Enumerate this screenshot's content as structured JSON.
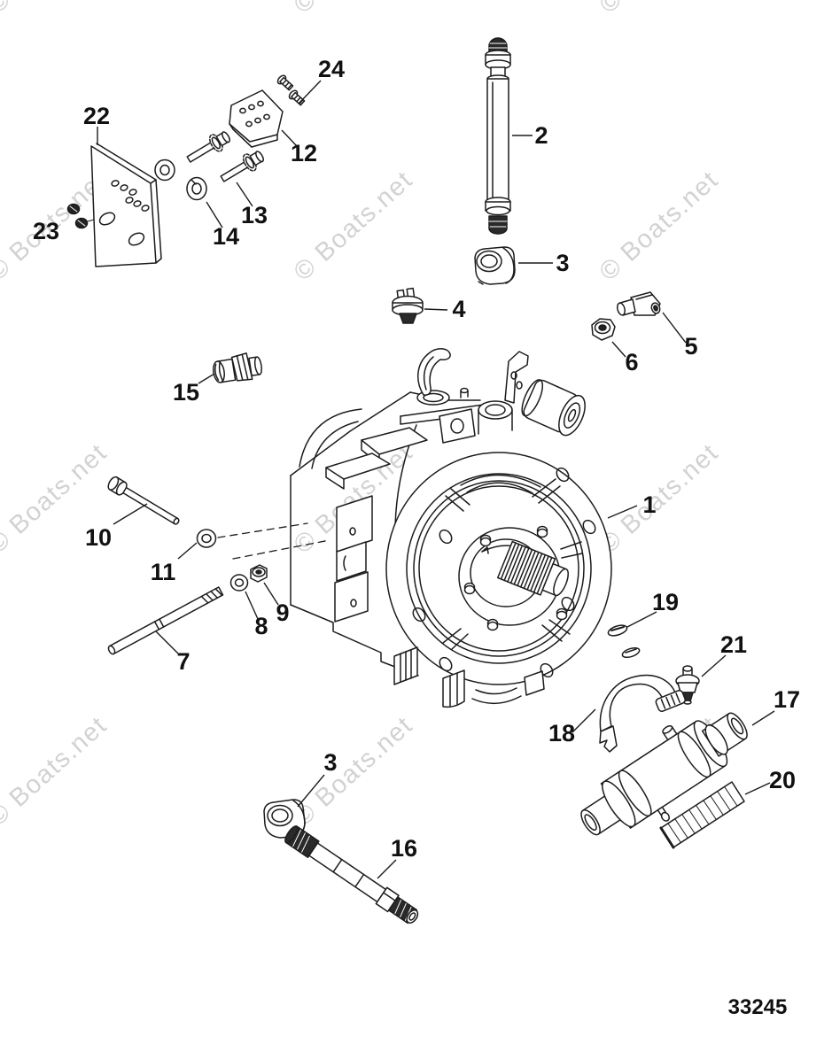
{
  "figure": {
    "part_code": "33245",
    "watermark": "© Boats.net"
  },
  "colors": {
    "background": "#ffffff",
    "line": "#1c1c1c",
    "watermark": "#d2d2d2",
    "label": "#111111"
  },
  "callouts": [
    {
      "label": "1"
    },
    {
      "label": "2"
    },
    {
      "label": "3"
    },
    {
      "label": "3"
    },
    {
      "label": "4"
    },
    {
      "label": "5"
    },
    {
      "label": "6"
    },
    {
      "label": "7"
    },
    {
      "label": "8"
    },
    {
      "label": "9"
    },
    {
      "label": "10"
    },
    {
      "label": "11"
    },
    {
      "label": "12"
    },
    {
      "label": "13"
    },
    {
      "label": "14"
    },
    {
      "label": "15"
    },
    {
      "label": "16"
    },
    {
      "label": "17"
    },
    {
      "label": "18"
    },
    {
      "label": "19"
    },
    {
      "label": "20"
    },
    {
      "label": "21"
    },
    {
      "label": "22"
    },
    {
      "label": "23"
    },
    {
      "label": "24"
    }
  ]
}
